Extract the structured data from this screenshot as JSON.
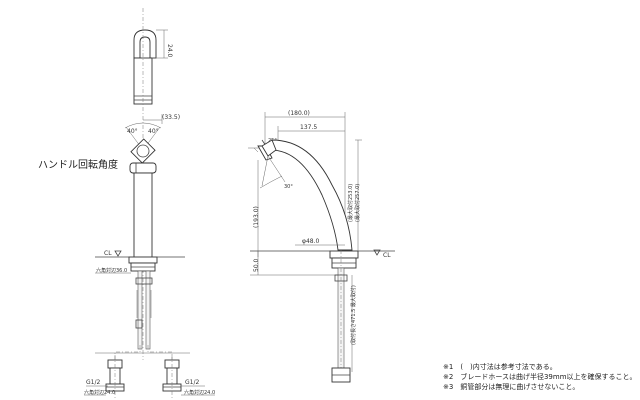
{
  "front_view": {
    "dim_spout_depth": "24.0",
    "dim_offset": "(33.5)",
    "angle_left": "40°",
    "angle_right": "40°",
    "handle_rotation_label": "ハンドル回転角度",
    "cl_label": "CL",
    "hex_label": "六角対辺36.0",
    "thread_left": "G1/2",
    "hex_left": "六角対辺24.0",
    "thread_right": "G1/2",
    "hex_right": "六角対辺24.0"
  },
  "side_view": {
    "dim_reach_total": "(180.0)",
    "dim_reach": "137.5",
    "dim_height": "(193.0)",
    "dim_base_dia": "φ48.0",
    "dim_deck": "50.0",
    "dim_spout_height": "(最大取付253.0)",
    "dim_spout_height_sub": "(最大取付257.0)",
    "dim_hose": "(取付長さ471.5 最大取付)",
    "angle_small": "25°",
    "angle_spout": "30°",
    "cl_label": "CL"
  },
  "notes": [
    "※1　(　)内寸法は参考寸法である。",
    "※2　ブレードホースは曲げ半径39mm以上を確保すること。",
    "※3　銅管部分は無理に曲げさせないこと。"
  ]
}
